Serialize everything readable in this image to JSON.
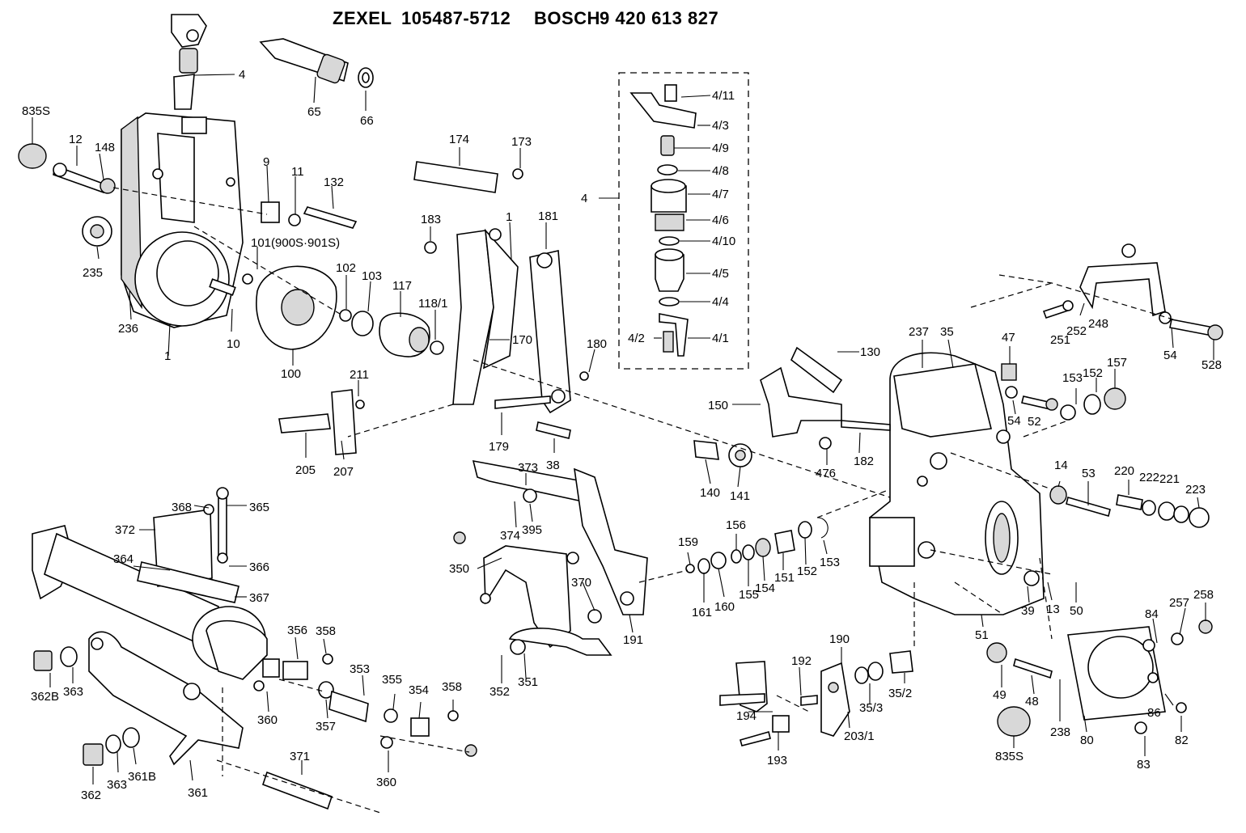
{
  "header": {
    "zexel_label": "ZEXEL",
    "zexel_number": "105487-5712",
    "bosch_label": "BOSCH",
    "bosch_number": "9 420 613 827"
  },
  "part_labels": {
    "p835S_top": "835S",
    "p12": "12",
    "p148": "148",
    "p235": "235",
    "p236": "236",
    "p1_housing": "1",
    "p4_top": "4",
    "p65": "65",
    "p66": "66",
    "p9": "9",
    "p11": "11",
    "p132": "132",
    "p101": "101(900S·901S)",
    "p10": "10",
    "p100": "100",
    "p102": "102",
    "p103": "103",
    "p117": "117",
    "p118_1": "118/1",
    "p174": "174",
    "p173": "173",
    "p183": "183",
    "p1_lever": "1",
    "p181": "181",
    "p170": "170",
    "p180": "180",
    "p211": "211",
    "p205": "205",
    "p207": "207",
    "p179": "179",
    "p38": "38",
    "p4_box": "4",
    "p4_11": "4/11",
    "p4_3": "4/3",
    "p4_9": "4/9",
    "p4_8": "4/8",
    "p4_7": "4/7",
    "p4_6": "4/6",
    "p4_10": "4/10",
    "p4_5": "4/5",
    "p4_4": "4/4",
    "p4_2": "4/2",
    "p4_1": "4/1",
    "p130": "130",
    "p150": "150",
    "p140": "140",
    "p141": "141",
    "p476": "476",
    "p182": "182",
    "p237": "237",
    "p35": "35",
    "p47": "47",
    "p251": "251",
    "p252": "252",
    "p248": "248",
    "p54_top": "54",
    "p528": "528",
    "p153_top": "153",
    "p152_top": "152",
    "p157": "157",
    "p54_mid": "54",
    "p52": "52",
    "p14": "14",
    "p53": "53",
    "p220": "220",
    "p222": "222",
    "p221": "221",
    "p223": "223",
    "p373": "373",
    "p374": "374",
    "p395": "395",
    "p350": "350",
    "p370": "370",
    "p191": "191",
    "p352": "352",
    "p351": "351",
    "p159": "159",
    "p156": "156",
    "p161": "161",
    "p160": "160",
    "p155": "155",
    "p154": "154",
    "p151": "151",
    "p152_low": "152",
    "p153_low": "153",
    "p39": "39",
    "p13": "13",
    "p50": "50",
    "p51": "51",
    "p84": "84",
    "p257": "257",
    "p258": "258",
    "p49": "49",
    "p48": "48",
    "p238": "238",
    "p80": "80",
    "p86": "86",
    "p82": "82",
    "p83": "83",
    "p835S_low": "835S",
    "p190": "190",
    "p192": "192",
    "p194": "194",
    "p193": "193",
    "p203_1": "203/1",
    "p35_3": "35/3",
    "p35_2": "35/2",
    "p368": "368",
    "p365": "365",
    "p372": "372",
    "p366": "366",
    "p364": "364",
    "p367": "367",
    "p356": "356",
    "p358_a": "358",
    "p353": "353",
    "p355": "355",
    "p354": "354",
    "p358_b": "358",
    "p362B": "362B",
    "p363_a": "363",
    "p360_a": "360",
    "p357": "357",
    "p360_b": "360",
    "p371": "371",
    "p362": "362",
    "p363_b": "363",
    "p361B": "361B",
    "p361": "361"
  }
}
